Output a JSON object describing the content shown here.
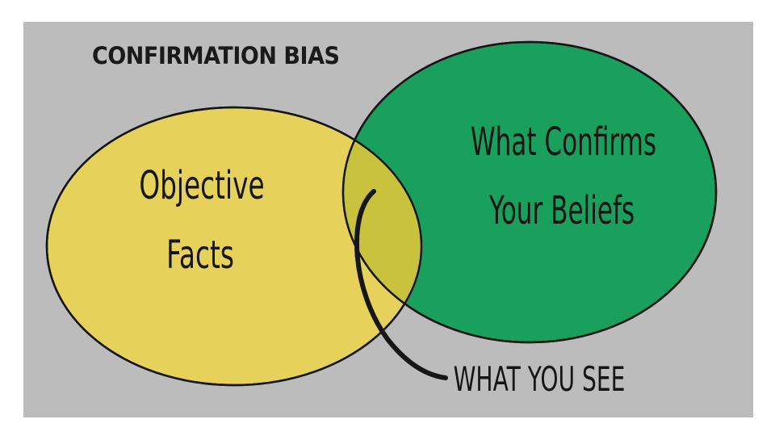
{
  "title": "CONFIRMATION BIAS",
  "circles": {
    "left_label_line1": "Objective",
    "left_label_line2": "Facts",
    "right_label_line1": "What Confirms",
    "right_label_line2": "Your Beliefs"
  },
  "callout": "WHAT YOU SEE",
  "colors": {
    "background": "#bcbcbc",
    "left_circle": "#e6d25a",
    "right_circle": "#19a05c",
    "overlap": "#c9c23c",
    "ink": "#161616"
  }
}
